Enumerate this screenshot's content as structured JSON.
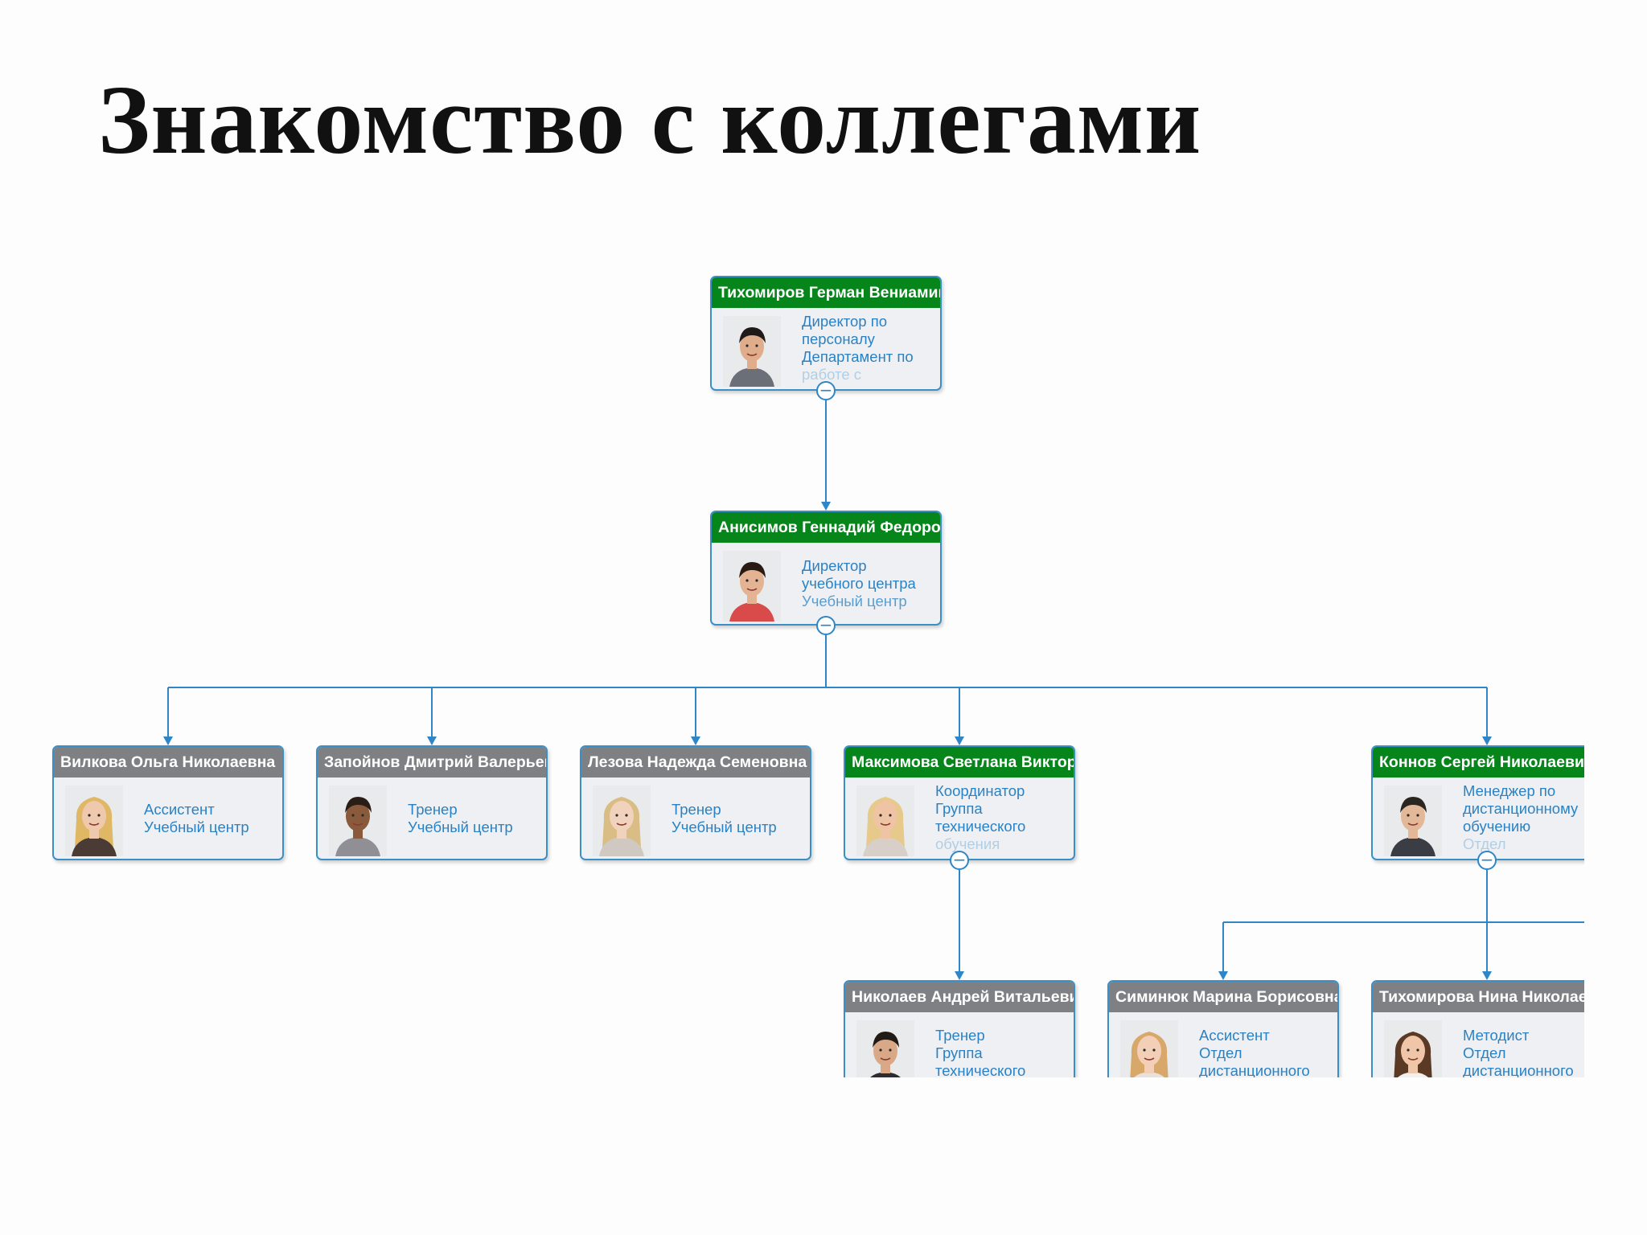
{
  "slide": {
    "title": "Знакомство с коллегами"
  },
  "colors": {
    "head_green": "#06851a",
    "head_gray": "#7f8083",
    "border": "#3a8fc7",
    "connector": "#2f86c6",
    "info_text": "#2a82c4"
  },
  "toggle_symbol": "−",
  "nodes": {
    "tikhomirov": {
      "name": "Тихомиров Герман Вениамин",
      "lines": [
        "Директор по",
        "персоналу",
        "Департамент по",
        "работе с"
      ],
      "head": "green",
      "collapse_toggle": true,
      "photo": "man-smirk"
    },
    "anisimov": {
      "name": "Анисимов Геннадий Федоров",
      "lines": [
        "Директор",
        "учебного центра",
        "Учебный центр"
      ],
      "head": "green",
      "collapse_toggle": true,
      "photo": "man-smile"
    },
    "vilkova": {
      "name": "Вилкова Ольга Николаевна",
      "lines": [
        "Ассистент",
        "Учебный центр"
      ],
      "head": "gray",
      "collapse_toggle": false,
      "photo": "woman-blonde"
    },
    "zapoynov": {
      "name": "Запойнов Дмитрий Валерьев",
      "lines": [
        "Тренер",
        "Учебный центр"
      ],
      "head": "gray",
      "collapse_toggle": false,
      "photo": "man-shout"
    },
    "lezova": {
      "name": "Лезова Надежда Семеновна",
      "lines": [
        "Тренер",
        "Учебный центр"
      ],
      "head": "gray",
      "collapse_toggle": false,
      "photo": "woman-young"
    },
    "maksimova": {
      "name": "Максимова Светлана Виктор",
      "lines": [
        "Координатор",
        "Группа",
        "технического",
        "обучения"
      ],
      "head": "green",
      "collapse_toggle": true,
      "photo": "woman-laugh"
    },
    "konnov": {
      "name": "Коннов Сергей Николаевич",
      "lines": [
        "Менеджер по",
        "дистанционному",
        "обучению",
        "Отдел"
      ],
      "head": "green",
      "collapse_toggle": true,
      "photo": "man-suit"
    },
    "nikolaev": {
      "name": "Николаев Андрей Витальеви",
      "lines": [
        "Тренер",
        "Группа",
        "технического"
      ],
      "head": "gray",
      "collapse_toggle": false,
      "photo": "man-dark"
    },
    "siminyuk": {
      "name": "Симинюк Марина Борисовна",
      "lines": [
        "Ассистент",
        "Отдел",
        "дистанционного"
      ],
      "head": "gray",
      "collapse_toggle": false,
      "photo": "woman-smile"
    },
    "tikhomirova": {
      "name": "Тихомирова Нина Николае",
      "lines": [
        "Методист",
        "Отдел",
        "дистанционного"
      ],
      "head": "gray",
      "collapse_toggle": false,
      "photo": "woman-surprised"
    }
  }
}
